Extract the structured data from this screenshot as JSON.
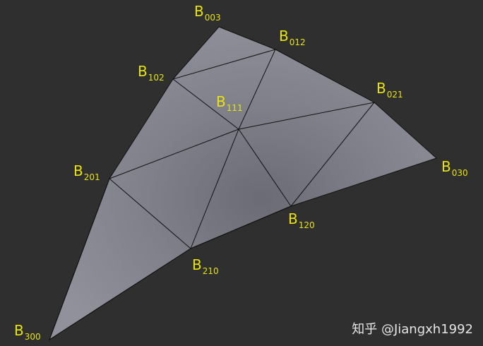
{
  "colors": {
    "background": "#2f2f2f",
    "face": "#8a8b95",
    "edge": "#111111",
    "label": "#e8e40a"
  },
  "labels": {
    "b003": {
      "base": "B",
      "sub": "003"
    },
    "b012": {
      "base": "B",
      "sub": "012"
    },
    "b102": {
      "base": "B",
      "sub": "102"
    },
    "b111": {
      "base": "B",
      "sub": "111"
    },
    "b021": {
      "base": "B",
      "sub": "021"
    },
    "b201": {
      "base": "B",
      "sub": "201"
    },
    "b030": {
      "base": "B",
      "sub": "030"
    },
    "b120": {
      "base": "B",
      "sub": "120"
    },
    "b210": {
      "base": "B",
      "sub": "210"
    },
    "b300": {
      "base": "B",
      "sub": "300"
    }
  },
  "watermark": "知乎 @Jiangxh1992"
}
